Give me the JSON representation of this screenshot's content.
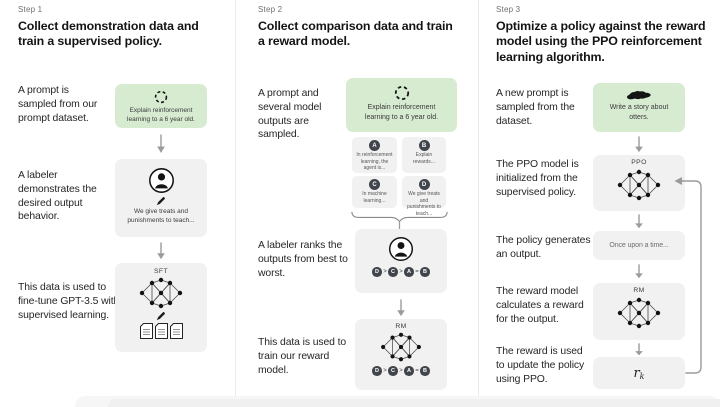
{
  "figure": "RLHF training method diagram",
  "colors": {
    "green_box": "#d7ebd1",
    "gray_box": "#f1f1f2",
    "dark_circle": "#40454b",
    "arrow": "#9b9b9b"
  },
  "step1": {
    "label": "Step 1",
    "title": "Collect demonstration data and train a supervised policy.",
    "caption_prompt": "A prompt is sampled from our prompt dataset.",
    "caption_labeler": "A labeler demonstrates the desired output behavior.",
    "caption_finetune": "This data is used to fine-tune GPT-3.5 with supervised learning.",
    "prompt_text": "Explain reinforcement learning to a 6 year old.",
    "labeler_text": "We give treats and punishments to teach...",
    "sft_label": "SFT"
  },
  "step2": {
    "label": "Step 2",
    "title": "Collect comparison data and train a reward model.",
    "caption_sampled": "A prompt and several model outputs are sampled.",
    "caption_ranks": "A labeler ranks the outputs from best to worst.",
    "caption_train": "This data is used to train our reward model.",
    "prompt_text": "Explain reinforcement learning to a 6 year old.",
    "outputs": [
      {
        "letter": "A",
        "text": "In reinforcement learning, the agent is..."
      },
      {
        "letter": "B",
        "text": "Explain rewards..."
      },
      {
        "letter": "C",
        "text": "In machine learning..."
      },
      {
        "letter": "D",
        "text": "We give treats and punishments to teach..."
      }
    ],
    "ranking": [
      "D",
      ">",
      "C",
      ">",
      "A",
      "=",
      "B"
    ],
    "rm_label": "RM"
  },
  "step3": {
    "label": "Step 3",
    "title": "Optimize a policy against the reward model using the PPO reinforcement learning algorithm.",
    "caption_new_prompt": "A new prompt is sampled from the dataset.",
    "caption_ppo": "The PPO model is initialized from the supervised policy.",
    "caption_output": "The policy generates an output.",
    "caption_reward": "The reward model calculates a reward for the output.",
    "caption_update": "The reward is used to update the policy using PPO.",
    "prompt_text": "Write a story about otters.",
    "ppo_label": "PPO",
    "output_text": "Once upon a time...",
    "rm_label": "RM",
    "reward_var": "r",
    "reward_sub": "k"
  }
}
